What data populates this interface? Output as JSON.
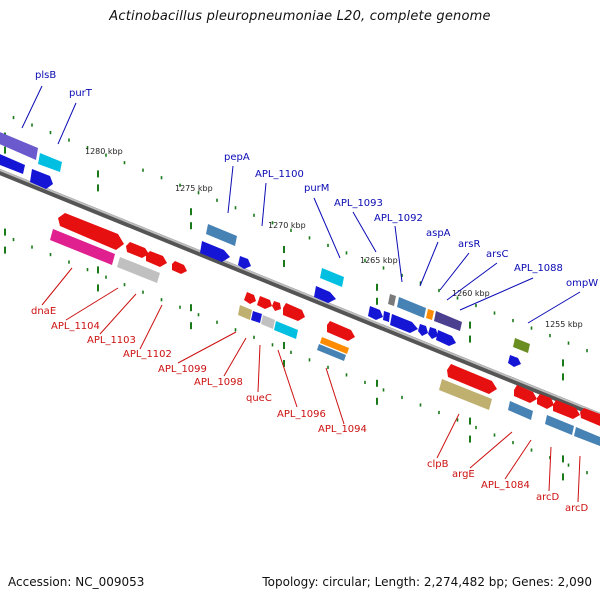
{
  "title": "Actinobacillus pleuropneumoniae L20, complete genome",
  "footer": {
    "accession": "Accession: NC_009053",
    "summary": "Topology: circular; Length: 2,274,482 bp; Genes: 2,090"
  },
  "colors": {
    "upper_label": "#0a0ab4",
    "lower_label": "#cc1010",
    "tick": "#1a7a1a",
    "backbone": "#777777"
  },
  "scale_marks": [
    "1280 kbp",
    "1275 kbp",
    "1270 kbp",
    "1265 kbp",
    "1260 kbp",
    "1255 kbp"
  ],
  "upper_genes": [
    "plsB",
    "purT",
    "pepA",
    "APL_1100",
    "purM",
    "APL_1093",
    "APL_1092",
    "aspA",
    "arsR",
    "arsC",
    "APL_1088",
    "ompW"
  ],
  "lower_genes": [
    "dnaE",
    "APL_1104",
    "APL_1103",
    "APL_1102",
    "APL_1099",
    "APL_1098",
    "queC",
    "APL_1096",
    "APL_1094",
    "clpB",
    "argE",
    "APL_1084",
    "arcD",
    "arcD"
  ]
}
